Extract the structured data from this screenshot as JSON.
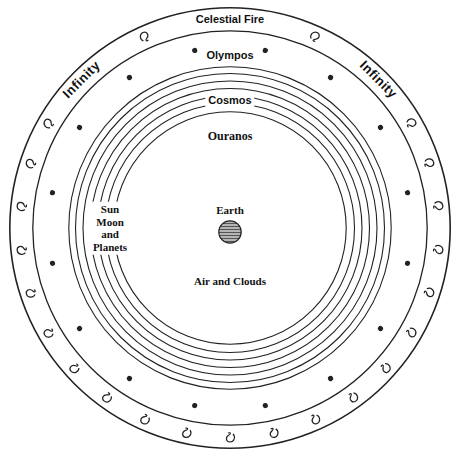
{
  "diagram": {
    "nodes": [
      {
        "text": [
          "Celestial Fire",
          "Infinity",
          "Infinity"
        ]
      },
      {
        "text": [
          "Olympos"
        ],
        "in": 0
      },
      {
        "text": [
          "Cosmos",
          "Sun Moon and Planets"
        ],
        "in": 1
      },
      {
        "text": [
          "Ouranos",
          "Air and Clouds"
        ],
        "in": 2
      },
      {
        "text": [
          "Earth"
        ],
        "in": 3
      }
    ]
  }
}
